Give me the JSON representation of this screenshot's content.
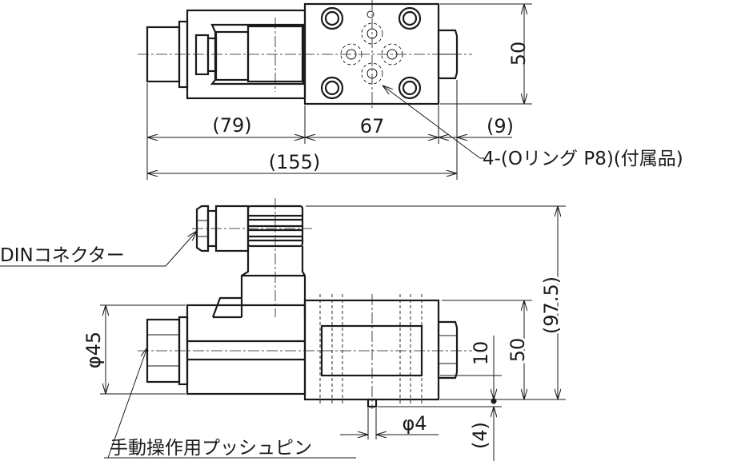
{
  "top_view": {
    "dim_solenoid": "(79)",
    "dim_body": "67",
    "dim_nut": "(9)",
    "dim_total": "(155)",
    "dim_width": "50",
    "oring_note": "4-(Oリング P8)(付属品)"
  },
  "side_view": {
    "connector_label": "DINコネクター",
    "push_pin_label": "手動操作用プッシュピン",
    "dim_diameter": "φ45",
    "dim_height": "(97.5)",
    "dim_body_height": "50",
    "dim_window": "10",
    "dim_pin_diameter": "φ4",
    "dim_pin_length": "(4)"
  }
}
